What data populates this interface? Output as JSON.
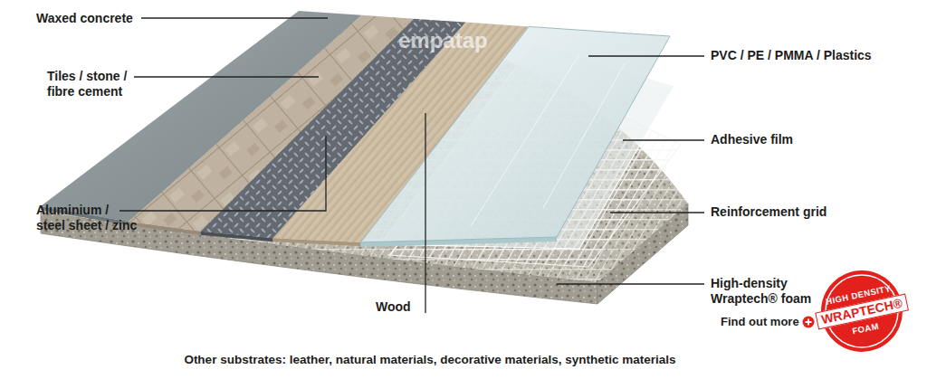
{
  "diagram": {
    "caption": "Other substrates: leather, natural materials, decorative materials, synthetic materials",
    "nodes": [
      {
        "text": [
          "HIGH DENSITY",
          "WRAPTECH®",
          "FOAM"
        ]
      }
    ],
    "labels": [
      "Waxed concrete",
      "Tiles / stone / fibre cement",
      "Aluminium / steel sheet / zinc",
      "Wood",
      "PVC / PE / PMMA / Plastics",
      "Adhesive film",
      "Reinforcement grid",
      "High-density Wraptech® foam",
      "Find out more",
      "empatap"
    ]
  }
}
